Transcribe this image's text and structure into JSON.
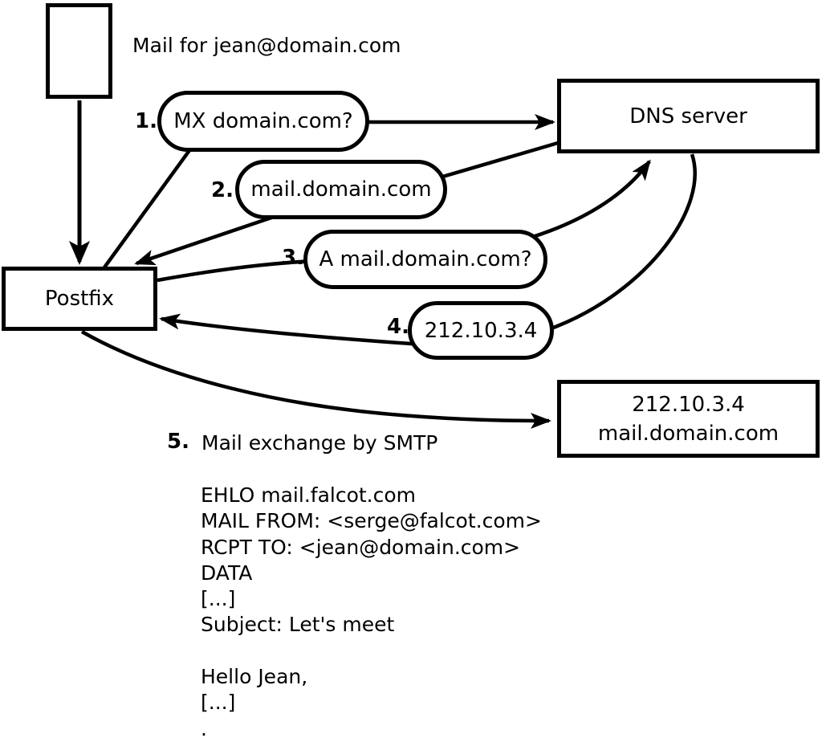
{
  "title": "Mail for jean@domain.com",
  "nodes": {
    "postfix": {
      "label": "Postfix"
    },
    "dns": {
      "label": "DNS server"
    },
    "destination": {
      "line1": "212.10.3.4",
      "line2": "mail.domain.com"
    }
  },
  "steps": [
    {
      "num": "1.",
      "label": "MX domain.com?"
    },
    {
      "num": "2.",
      "label": "mail.domain.com"
    },
    {
      "num": "3.",
      "label": "A mail.domain.com?"
    },
    {
      "num": "4.",
      "label": "212.10.3.4"
    },
    {
      "num": "5.",
      "label": "Mail exchange by SMTP"
    }
  ],
  "smtp_session": {
    "lines": [
      "EHLO mail.falcot.com",
      "MAIL FROM: <serge@falcot.com>",
      "RCPT TO: <jean@domain.com>",
      "DATA",
      "[...]",
      "Subject: Let's meet",
      "",
      "Hello Jean,",
      "[...]",
      "."
    ]
  },
  "colors": {
    "ink": "#000000",
    "background": "#ffffff"
  }
}
